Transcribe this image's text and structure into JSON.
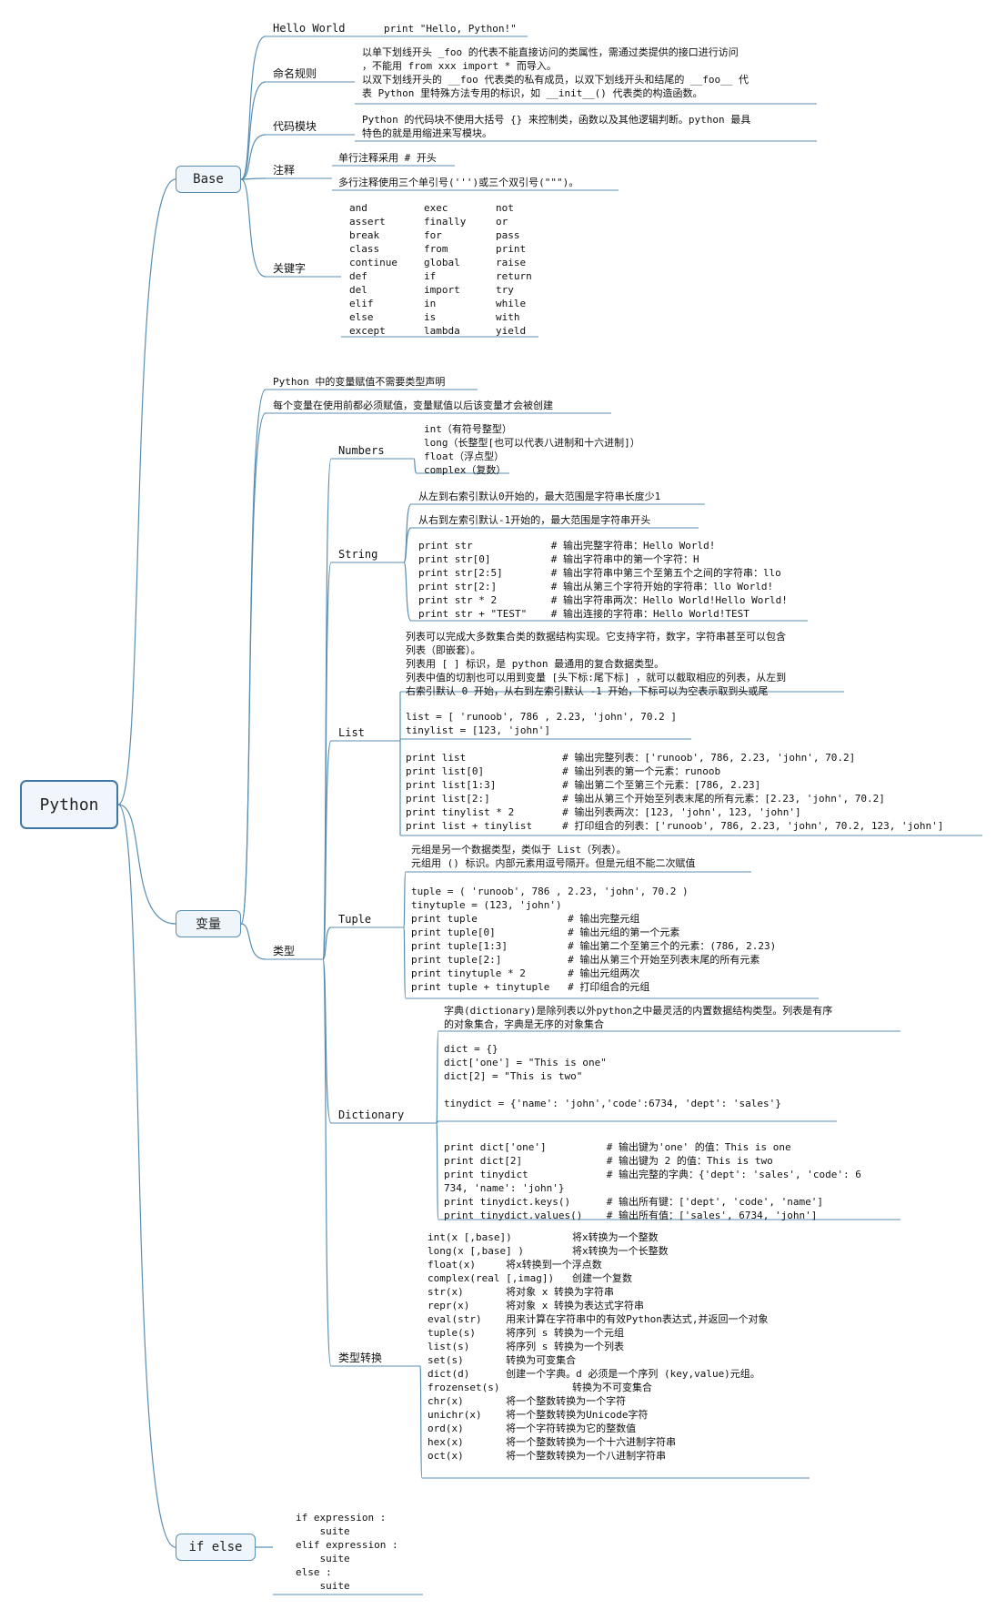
{
  "root": "Python",
  "base": {
    "label": "Base",
    "hello_world": {
      "label": "Hello World",
      "code": "print \"Hello, Python!\""
    },
    "naming": {
      "label": "命名规则",
      "lines": [
        "以单下划线开头 _foo 的代表不能直接访问的类属性，需通过类提供的接口进行访问",
        "，不能用 from xxx import * 而导入。",
        "以双下划线开头的 __foo 代表类的私有成员，以双下划线开头和结尾的 __foo__ 代",
        "表 Python 里特殊方法专用的标识，如 __init__() 代表类的构造函数。"
      ]
    },
    "codeblock": {
      "label": "代码模块",
      "lines": [
        "Python 的代码块不使用大括号 {} 来控制类，函数以及其他逻辑判断。python 最具",
        "特色的就是用缩进来写模块。"
      ]
    },
    "comments": {
      "label": "注释",
      "single": "单行注释采用 # 开头",
      "multi": "多行注释使用三个单引号(''')或三个双引号(\"\"\")。"
    },
    "keywords": {
      "label": "关键字",
      "col1": [
        "and",
        "assert",
        "break",
        "class",
        "continue",
        "def",
        "del",
        "elif",
        "else",
        "except"
      ],
      "col2": [
        "exec",
        "finally",
        "for",
        "from",
        "global",
        "if",
        "import",
        "in",
        "is",
        "lambda"
      ],
      "col3": [
        "not",
        "or",
        "pass",
        "print",
        "raise",
        "return",
        "try",
        "while",
        "with",
        "yield"
      ]
    }
  },
  "variables": {
    "label": "变量",
    "note1": "Python 中的变量赋值不需要类型声明",
    "note2": "每个变量在使用前都必须赋值，变量赋值以后该变量才会被创建",
    "types_label": "类型",
    "numbers": {
      "label": "Numbers",
      "lines": [
        "int（有符号整型）",
        "long（长整型[也可以代表八进制和十六进制]）",
        "float（浮点型）",
        "complex（复数）"
      ]
    },
    "string": {
      "label": "String",
      "note1": "从左到右索引默认0开始的，最大范围是字符串长度少1",
      "note2": "从右到左索引默认-1开始的，最大范围是字符串开头",
      "code": [
        "print str             # 输出完整字符串：Hello World!",
        "print str[0]          # 输出字符串中的第一个字符：H",
        "print str[2:5]        # 输出字符串中第三个至第五个之间的字符串：llo",
        "print str[2:]         # 输出从第三个字符开始的字符串：llo World!",
        "print str * 2         # 输出字符串两次：Hello World!Hello World!",
        "print str + \"TEST\"    # 输出连接的字符串：Hello World!TEST"
      ]
    },
    "list": {
      "label": "List",
      "desc": [
        "列表可以完成大多数集合类的数据结构实现。它支持字符，数字，字符串甚至可以包含",
        "列表（即嵌套）。",
        "列表用 [ ] 标识，是 python 最通用的复合数据类型。",
        "列表中值的切割也可以用到变量 [头下标:尾下标] ，就可以截取相应的列表，从左到",
        "右索引默认 0 开始，从右到左索引默认 -1 开始，下标可以为空表示取到头或尾"
      ],
      "def": [
        "list = [ 'runoob', 786 , 2.23, 'john', 70.2 ]",
        "tinylist = [123, 'john']"
      ],
      "code": [
        "print list                # 输出完整列表：['runoob', 786, 2.23, 'john', 70.2]",
        "print list[0]             # 输出列表的第一个元素：runoob",
        "print list[1:3]           # 输出第二个至第三个元素：[786, 2.23]",
        "print list[2:]            # 输出从第三个开始至列表末尾的所有元素：[2.23, 'john', 70.2]",
        "print tinylist * 2        # 输出列表两次：[123, 'john', 123, 'john']",
        "print list + tinylist     # 打印组合的列表：['runoob', 786, 2.23, 'john', 70.2, 123, 'john']"
      ]
    },
    "tuple": {
      "label": "Tuple",
      "desc": [
        "元组是另一个数据类型，类似于 List（列表）。",
        "元组用 () 标识。内部元素用逗号隔开。但是元组不能二次赋值"
      ],
      "code": [
        "tuple = ( 'runoob', 786 , 2.23, 'john', 70.2 )",
        "tinytuple = (123, 'john')",
        "print tuple               # 输出完整元组",
        "print tuple[0]            # 输出元组的第一个元素",
        "print tuple[1:3]          # 输出第二个至第三个的元素：(786, 2.23)",
        "print tuple[2:]           # 输出从第三个开始至列表末尾的所有元素",
        "print tinytuple * 2       # 输出元组两次",
        "print tuple + tinytuple   # 打印组合的元组"
      ]
    },
    "dictionary": {
      "label": "Dictionary",
      "desc": [
        "字典(dictionary)是除列表以外python之中最灵活的内置数据结构类型。列表是有序",
        "的对象集合，字典是无序的对象集合"
      ],
      "def": [
        "dict = {}",
        "dict['one'] = \"This is one\"",
        "dict[2] = \"This is two\"",
        "",
        "tinydict = {'name': 'john','code':6734, 'dept': 'sales'}"
      ],
      "code": [
        "print dict['one']          # 输出键为'one' 的值：This is one",
        "print dict[2]              # 输出键为 2 的值：This is two",
        "print tinydict             # 输出完整的字典：{'dept': 'sales', 'code': 6",
        "734, 'name': 'john'}",
        "print tinydict.keys()      # 输出所有键：['dept', 'code', 'name']",
        "print tinydict.values()    # 输出所有值：['sales', 6734, 'john']"
      ]
    },
    "conversion": {
      "label": "类型转换",
      "lines": [
        "int(x [,base])          将x转换为一个整数",
        "long(x [,base] )        将x转换为一个长整数",
        "float(x)     将x转换到一个浮点数",
        "complex(real [,imag])   创建一个复数",
        "str(x)       将对象 x 转换为字符串",
        "repr(x)      将对象 x 转换为表达式字符串",
        "eval(str)    用来计算在字符串中的有效Python表达式,并返回一个对象",
        "tuple(s)     将序列 s 转换为一个元组",
        "list(s)      将序列 s 转换为一个列表",
        "set(s)       转换为可变集合",
        "dict(d)      创建一个字典。d 必须是一个序列 (key,value)元组。",
        "frozenset(s)            转换为不可变集合",
        "chr(x)       将一个整数转换为一个字符",
        "unichr(x)    将一个整数转换为Unicode字符",
        "ord(x)       将一个字符转换为它的整数值",
        "hex(x)       将一个整数转换为一个十六进制字符串",
        "oct(x)       将一个整数转换为一个八进制字符串"
      ]
    }
  },
  "ifelse": {
    "label": "if else",
    "lines": [
      "if expression :",
      "    suite",
      "elif expression :",
      "    suite",
      "else :",
      "    suite"
    ]
  },
  "colors": {
    "line": "#5a8fb3",
    "box_border": "#3f78a6",
    "box_fill": "#eef5fb"
  }
}
